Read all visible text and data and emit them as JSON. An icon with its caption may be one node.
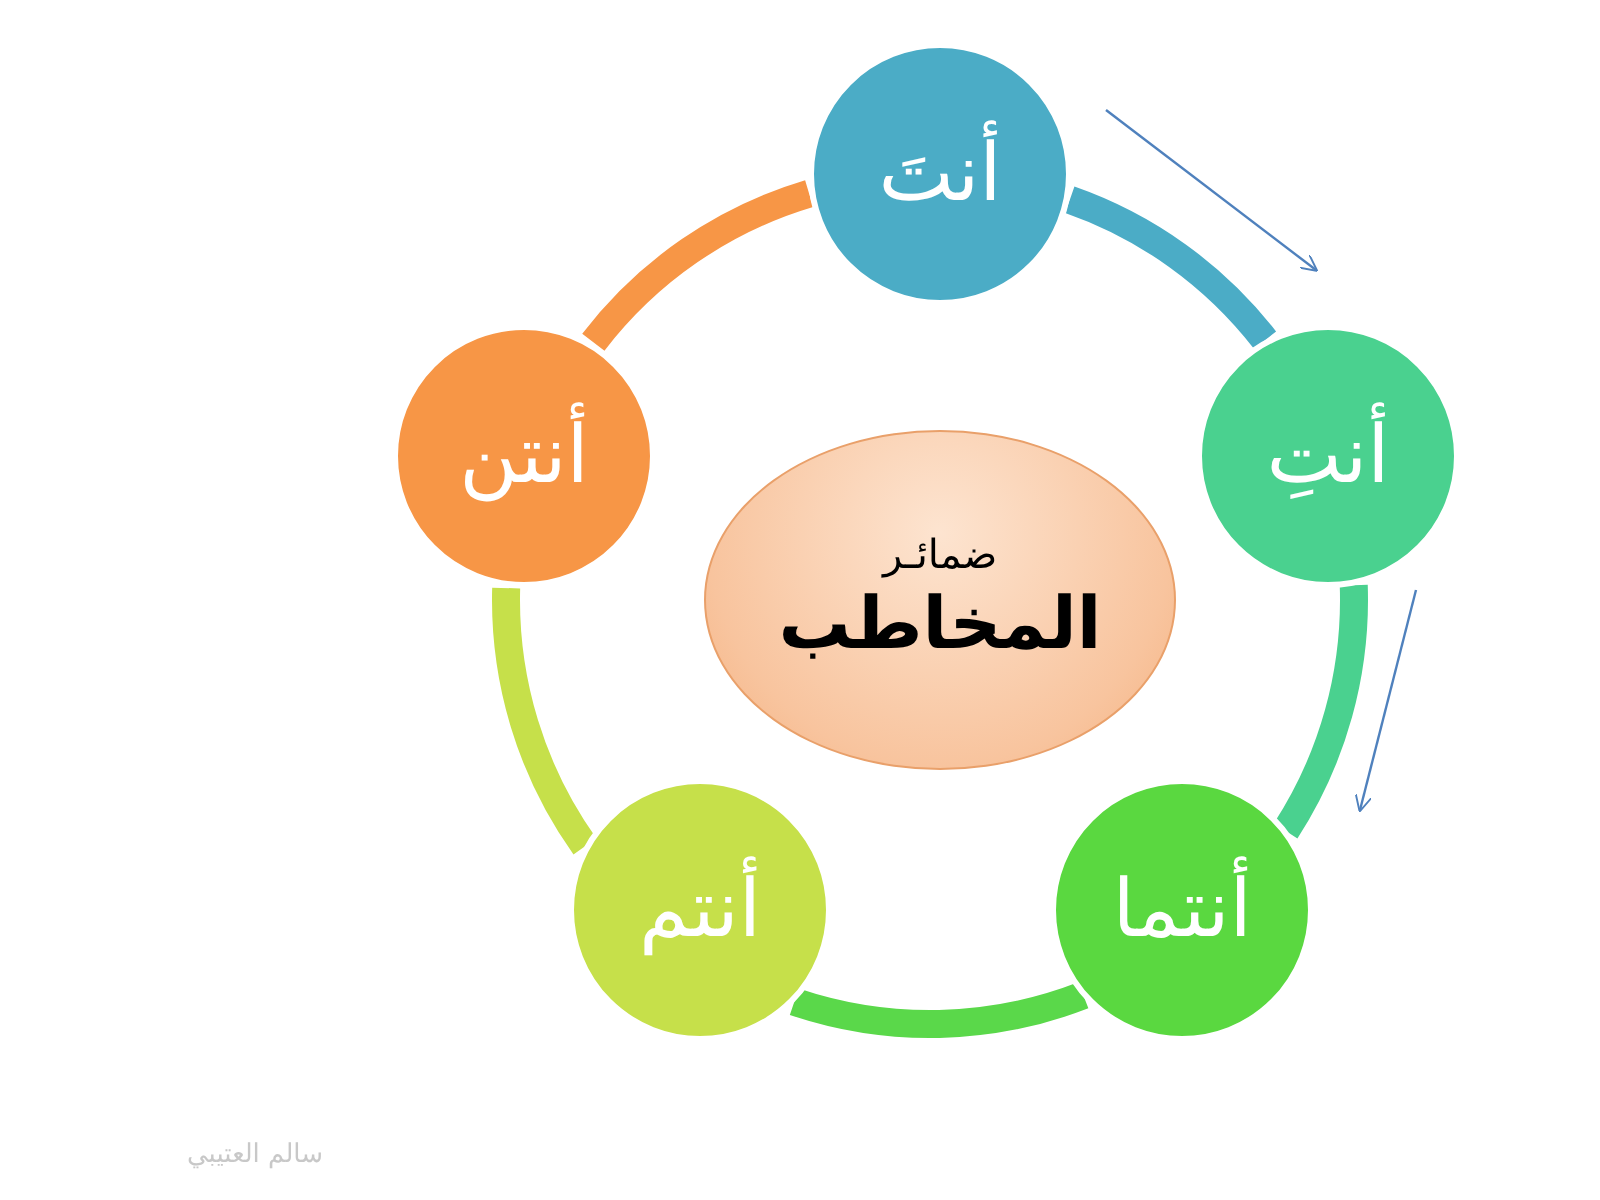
{
  "diagram": {
    "nodes": [
      {
        "text": [
          "ضمائـر",
          "المخاطب"
        ]
      },
      {
        "text": [
          "أنتَ"
        ]
      },
      {
        "text": [
          "أنتِ"
        ]
      },
      {
        "text": [
          "أنتما"
        ]
      },
      {
        "text": [
          "أنتم"
        ]
      },
      {
        "text": [
          "أنتن"
        ]
      }
    ],
    "edges": [
      {
        "from": 1,
        "to": 2,
        "arrow": "none",
        "color": "#4bacc6"
      },
      {
        "from": 2,
        "to": 3,
        "arrow": "none",
        "color": "#4ad18f"
      },
      {
        "from": 3,
        "to": 4,
        "arrow": "none",
        "color": "#5ad84a"
      },
      {
        "from": 4,
        "to": 5,
        "arrow": "none",
        "color": "#c6e04a"
      },
      {
        "from": 5,
        "to": 1,
        "arrow": "none",
        "color": "#f79646"
      }
    ],
    "labels": [
      "سالم العتيبي"
    ]
  }
}
